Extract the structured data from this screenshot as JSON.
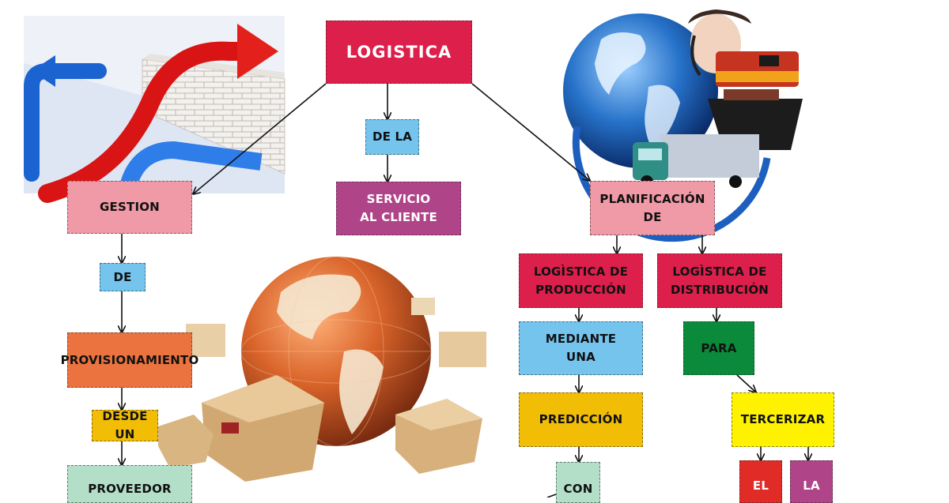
{
  "colors": {
    "crimson": "#dc1f4b",
    "pink": "#ef9aa6",
    "sky": "#74c4ee",
    "plum": "#b04489",
    "orange": "#ea7340",
    "gold": "#f2bd05",
    "mint": "#b3dfc8",
    "green": "#0a8a3a",
    "yellow": "#fff200",
    "red": "#e02b27"
  },
  "illustrations": {
    "top_left": "arrows-over-brick-wall",
    "top_right": "globe-with-operator-train-ship-truck",
    "center": "globe-with-cardboard-boxes"
  },
  "diagram": {
    "title": "LOGISTICA",
    "nodes": {
      "de_la": "DE LA",
      "servicio": "SERVICIO\nAL CLIENTE",
      "gestion": "GESTION",
      "de": "DE",
      "provisionamiento": "PROVISIONAMIENTO",
      "desde_un": "DESDE UN",
      "proveedor": "PROVEEDOR",
      "planificacion": "PLANIFICACIÓN\nDE",
      "log_produccion": "LOGÌSTICA DE\nPRODUCCIÓN",
      "log_distribucion": "LOGÌSTICA DE\nDISTRIBUCIÓN",
      "mediante": "MEDIANTE\nUNA",
      "prediccion": "PREDICCIÓN",
      "con": "CON",
      "para": "PARA",
      "tercerizar": "TERCERIZAR",
      "el": "EL",
      "la": "LA"
    }
  }
}
